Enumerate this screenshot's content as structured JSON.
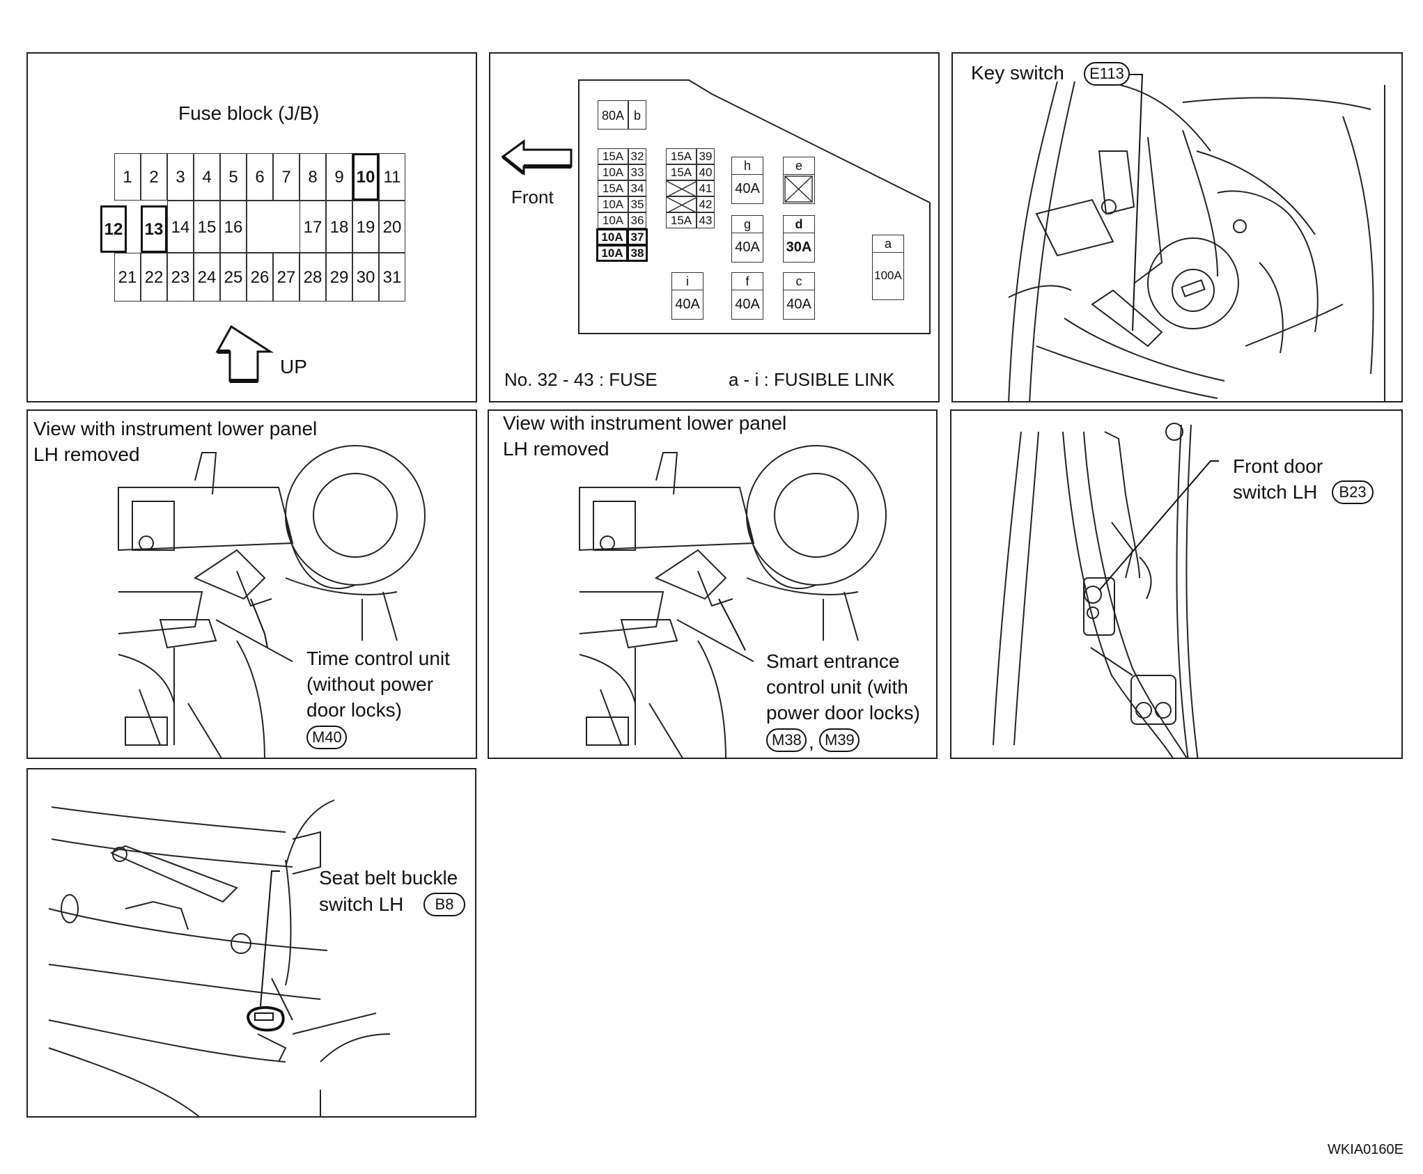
{
  "fuse_block": {
    "title": "Fuse block (J/B)",
    "up_label": "UP",
    "row1": [
      "1",
      "2",
      "3",
      "4",
      "5",
      "6",
      "7",
      "8",
      "9",
      "10",
      "11"
    ],
    "row2": [
      "12",
      "13",
      "14",
      "15",
      "16",
      "17",
      "18",
      "19",
      "20"
    ],
    "row3": [
      "21",
      "22",
      "23",
      "24",
      "25",
      "26",
      "27",
      "28",
      "29",
      "30",
      "31"
    ],
    "highlighted": [
      "10",
      "12",
      "13"
    ]
  },
  "fusible_box": {
    "front_label": "Front",
    "legend_fuse": "No. 32 - 43 : FUSE",
    "legend_link": "a - i : FUSIBLE LINK",
    "link_b": {
      "amp": "80A",
      "id": "b"
    },
    "col1": [
      {
        "amp": "15A",
        "no": "32"
      },
      {
        "amp": "10A",
        "no": "33"
      },
      {
        "amp": "15A",
        "no": "34"
      },
      {
        "amp": "10A",
        "no": "35"
      },
      {
        "amp": "10A",
        "no": "36"
      },
      {
        "amp": "10A",
        "no": "37"
      },
      {
        "amp": "10A",
        "no": "38"
      }
    ],
    "col2": [
      {
        "amp": "15A",
        "no": "39"
      },
      {
        "amp": "15A",
        "no": "40"
      },
      {
        "amp": "",
        "no": "41"
      },
      {
        "amp": "",
        "no": "42"
      },
      {
        "amp": "15A",
        "no": "43"
      }
    ],
    "links": {
      "h": {
        "id": "h",
        "amp": "40A"
      },
      "e": {
        "id": "e",
        "amp": ""
      },
      "g": {
        "id": "g",
        "amp": "40A"
      },
      "d": {
        "id": "d",
        "amp": "30A"
      },
      "a": {
        "id": "a",
        "amp": "100A"
      },
      "i": {
        "id": "i",
        "amp": "40A"
      },
      "f": {
        "id": "f",
        "amp": "40A"
      },
      "c": {
        "id": "c",
        "amp": "40A"
      }
    }
  },
  "key_switch": {
    "label": "Key switch",
    "connector": "E113"
  },
  "time_control": {
    "header_1": "View with instrument lower panel",
    "header_2": "LH removed",
    "label_1": "Time control unit",
    "label_2": "(without power",
    "label_3": "door locks)",
    "connector": "M40"
  },
  "smart_entrance": {
    "header_1": "View with instrument lower panel",
    "header_2": "LH removed",
    "label_1": "Smart entrance",
    "label_2": "control unit (with",
    "label_3": "power door locks)",
    "connector_1": "M38",
    "separator": ",",
    "connector_2": "M39"
  },
  "front_door": {
    "label_1": "Front door",
    "label_2": "switch LH",
    "connector": "B23"
  },
  "seat_belt": {
    "label_1": "Seat belt buckle",
    "label_2": "switch LH",
    "connector": "B8"
  },
  "figure_code": "WKIA0160E"
}
